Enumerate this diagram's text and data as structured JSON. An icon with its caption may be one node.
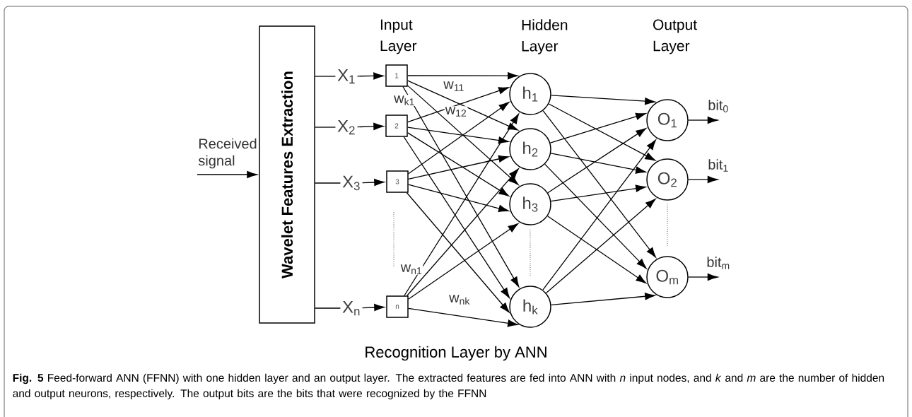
{
  "diagram": {
    "caption": "**Fig. 5** Feed-forward ANN (FFNN) with one hidden layer and an output layer. The extracted features are fed into ANN with *n* input nodes, and *k* and *m* are the number of hidden and output neurons, respectively. The output bits are the bits that were recognized by the FFNN",
    "nodes": [
      {
        "text": [
          "Wavelet Features Extraction"
        ]
      },
      {
        "text": [
          "X$_{1}$"
        ]
      },
      {
        "text": [
          "X$_{2}$"
        ]
      },
      {
        "text": [
          "X$_{3}$"
        ]
      },
      {
        "text": [
          "X$_{n}$"
        ]
      },
      {
        "text": [
          "1"
        ]
      },
      {
        "text": [
          "2"
        ]
      },
      {
        "text": [
          "3"
        ]
      },
      {
        "text": [
          "n"
        ]
      },
      {
        "text": [
          "h$_{1}$"
        ]
      },
      {
        "text": [
          "h$_{2}$"
        ]
      },
      {
        "text": [
          "h$_{3}$"
        ]
      },
      {
        "text": [
          "h$_{k}$"
        ]
      },
      {
        "text": [
          "O$_{1}$"
        ]
      },
      {
        "text": [
          "O$_{2}$"
        ]
      },
      {
        "text": [
          "O$_{m}$"
        ]
      }
    ],
    "edges": [
      {
        "from": 0,
        "to": 1,
        "arrow": "none"
      },
      {
        "from": 0,
        "to": 2,
        "arrow": "none"
      },
      {
        "from": 0,
        "to": 3,
        "arrow": "none"
      },
      {
        "from": 0,
        "to": 4,
        "arrow": "none"
      },
      {
        "from": 1,
        "to": 5,
        "arrow": "to"
      },
      {
        "from": 2,
        "to": 6,
        "arrow": "to"
      },
      {
        "from": 3,
        "to": 7,
        "arrow": "to"
      },
      {
        "from": 4,
        "to": 8,
        "arrow": "to"
      },
      {
        "from": 5,
        "to": 9,
        "arrow": "to",
        "label": "w$_{11}$"
      },
      {
        "from": 5,
        "to": 10,
        "arrow": "to",
        "label": "w$_{12}$"
      },
      {
        "from": 5,
        "to": 11,
        "arrow": "to"
      },
      {
        "from": 5,
        "to": 12,
        "arrow": "to",
        "label": "w$_{k1}$"
      },
      {
        "from": 6,
        "to": 9,
        "arrow": "to"
      },
      {
        "from": 6,
        "to": 10,
        "arrow": "to"
      },
      {
        "from": 6,
        "to": 11,
        "arrow": "to"
      },
      {
        "from": 6,
        "to": 12,
        "arrow": "to"
      },
      {
        "from": 7,
        "to": 9,
        "arrow": "to"
      },
      {
        "from": 7,
        "to": 10,
        "arrow": "to"
      },
      {
        "from": 7,
        "to": 11,
        "arrow": "to"
      },
      {
        "from": 7,
        "to": 12,
        "arrow": "to"
      },
      {
        "from": 8,
        "to": 9,
        "arrow": "to",
        "label": "w$_{n1}$"
      },
      {
        "from": 8,
        "to": 10,
        "arrow": "to"
      },
      {
        "from": 8,
        "to": 11,
        "arrow": "to"
      },
      {
        "from": 8,
        "to": 12,
        "arrow": "to",
        "label": "w$_{nk}$"
      },
      {
        "from": 9,
        "to": 13,
        "arrow": "to"
      },
      {
        "from": 9,
        "to": 14,
        "arrow": "to"
      },
      {
        "from": 9,
        "to": 15,
        "arrow": "to"
      },
      {
        "from": 10,
        "to": 13,
        "arrow": "to"
      },
      {
        "from": 10,
        "to": 14,
        "arrow": "to"
      },
      {
        "from": 10,
        "to": 15,
        "arrow": "to"
      },
      {
        "from": 11,
        "to": 13,
        "arrow": "to"
      },
      {
        "from": 11,
        "to": 14,
        "arrow": "to"
      },
      {
        "from": 11,
        "to": 15,
        "arrow": "to"
      },
      {
        "from": 12,
        "to": 13,
        "arrow": "to"
      },
      {
        "from": 12,
        "to": 14,
        "arrow": "to"
      },
      {
        "from": 12,
        "to": 15,
        "arrow": "to"
      },
      {
        "from": null,
        "to": 0,
        "arrow": "to",
        "label": "Received signal"
      },
      {
        "from": 13,
        "to": null,
        "arrow": "to",
        "label": "bit$_{0}$"
      },
      {
        "from": 14,
        "to": null,
        "arrow": "to",
        "label": "bit$_{1}$"
      },
      {
        "from": 15,
        "to": null,
        "arrow": "to",
        "label": "bit$_{m}$"
      }
    ],
    "labels": [
      "Input Layer",
      "Hidden Layer",
      "Output Layer",
      "Recognition Layer by ANN"
    ]
  }
}
